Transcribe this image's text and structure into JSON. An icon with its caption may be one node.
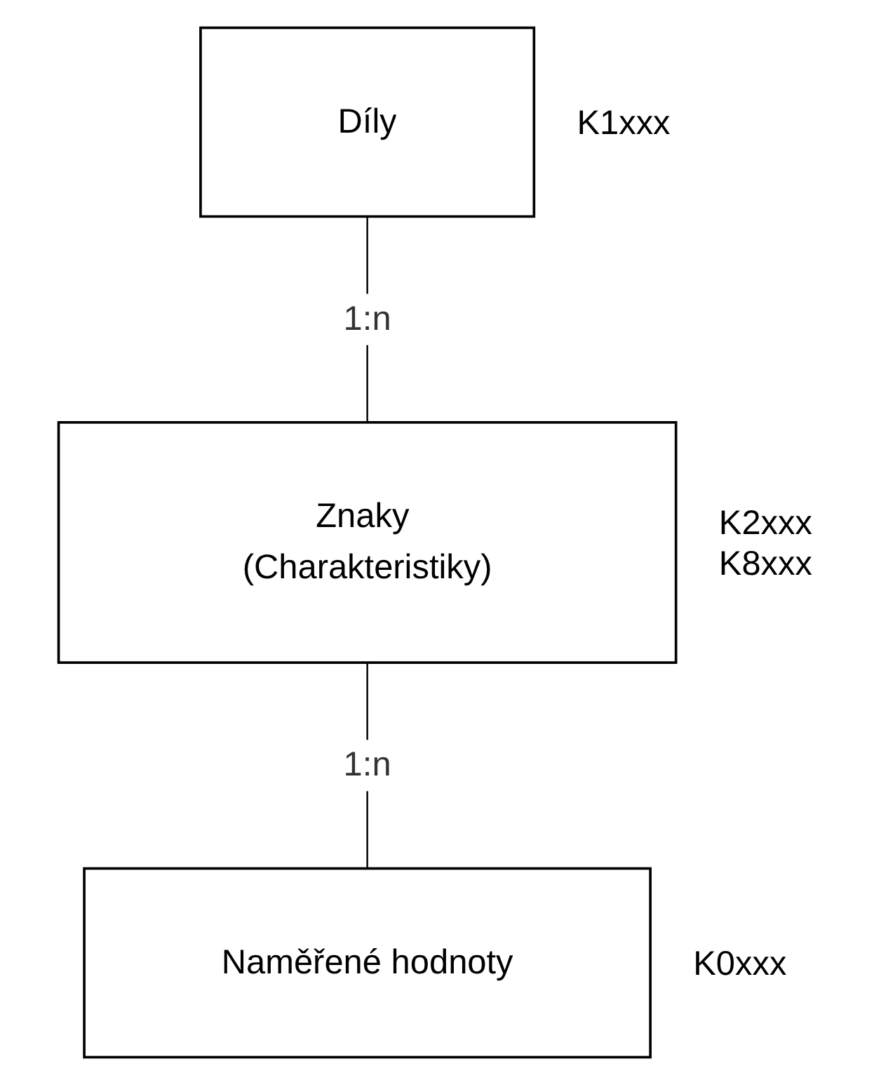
{
  "diagram": {
    "nodes": [
      {
        "text": [
          "Díly"
        ],
        "beside": [
          "K1xxx"
        ]
      },
      {
        "text": [
          "Znaky (Charakteristiky)"
        ],
        "beside": [
          "K2xxx",
          "K8xxx"
        ]
      },
      {
        "text": [
          "Naměřené hodnoty"
        ],
        "beside": [
          "K0xxx"
        ]
      }
    ],
    "edges": [
      {
        "from": 0,
        "to": 1,
        "arrow": "none",
        "label": "1:n"
      },
      {
        "from": 1,
        "to": 2,
        "arrow": "none",
        "label": "1:n"
      }
    ]
  }
}
